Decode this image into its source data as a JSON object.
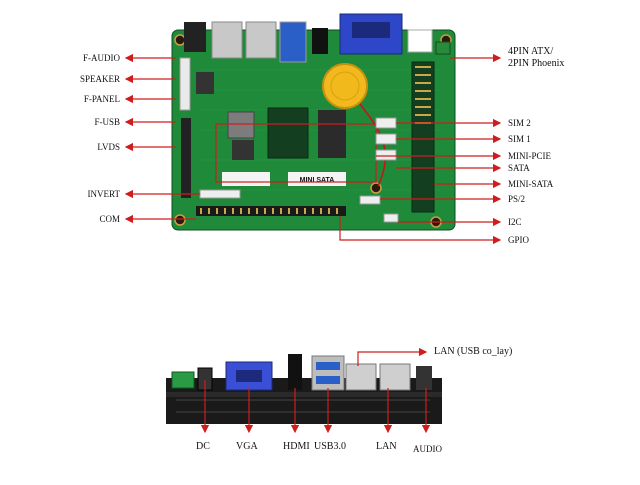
{
  "colors": {
    "pcb": "#1f8a3a",
    "pcb_dark": "#17702d",
    "arrow": "#d11c1c",
    "vga_blue": "#2e46c8",
    "battery": "#f2b91c",
    "chassis": "#1a1a1a"
  },
  "board": {
    "left_labels": [
      "F-AUDIO",
      "SPEAKER",
      "F-PANEL",
      "F-USB",
      "LVDS",
      "INVERT",
      "COM"
    ],
    "right_labels": {
      "power_line1": "4PIN ATX/",
      "power_line2": "2PIN Phoenix",
      "sim2": "SIM 2",
      "sim1": "SIM 1",
      "mini_pcie": "MINI-PCIE",
      "sata": "SATA",
      "mini_sata": "MINI-SATA",
      "ps2": "PS/2",
      "i2c": "I2C",
      "gpio": "GPIO"
    },
    "silkscreen": {
      "mini_sata": "MINI SATA"
    }
  },
  "io_panel": {
    "top_label": "LAN (USB co_lay)",
    "bottom_labels": [
      "DC",
      "VGA",
      "HDMI",
      "USB3.0",
      "LAN",
      "AUDIO"
    ]
  }
}
